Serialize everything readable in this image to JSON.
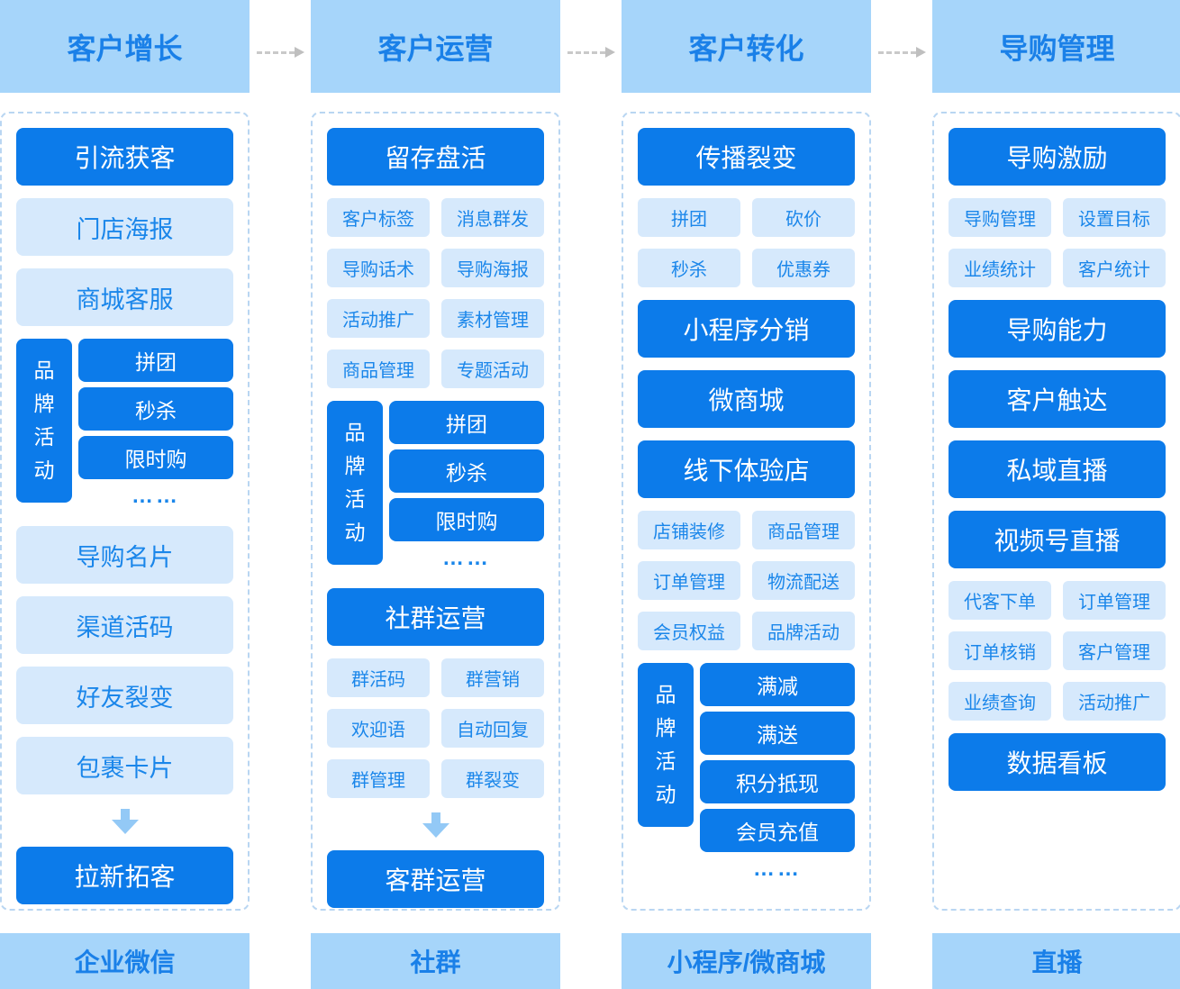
{
  "colors": {
    "primary_blue": "#0c7bea",
    "light_item_bg": "#d6e9fc",
    "header_footer_bg": "#a6d5fa",
    "blue_text": "#1a86ea",
    "dashed_border": "#b9d6f2",
    "flow_arrow_gray": "#c9c9c9",
    "down_arrow_blue": "#93c9f6"
  },
  "columns": [
    {
      "header": "客户增长",
      "footer": "企业微信",
      "blocks": [
        {
          "type": "dark",
          "label": "引流获客"
        },
        {
          "type": "light",
          "label": "门店海报"
        },
        {
          "type": "light",
          "label": "商城客服"
        },
        {
          "type": "group",
          "label": "品牌活动",
          "items": [
            "拼团",
            "秒杀",
            "限时购"
          ],
          "dots": "……"
        },
        {
          "type": "light",
          "label": "导购名片"
        },
        {
          "type": "light",
          "label": "渠道活码"
        },
        {
          "type": "light",
          "label": "好友裂变"
        },
        {
          "type": "light",
          "label": "包裹卡片"
        },
        {
          "type": "arrow"
        },
        {
          "type": "dark",
          "label": "拉新拓客"
        }
      ]
    },
    {
      "header": "客户运营",
      "footer": "社群",
      "blocks": [
        {
          "type": "dark",
          "label": "留存盘活"
        },
        {
          "type": "grid",
          "items": [
            "客户标签",
            "消息群发",
            "导购话术",
            "导购海报",
            "活动推广",
            "素材管理",
            "商品管理",
            "专题活动"
          ]
        },
        {
          "type": "group",
          "label": "品牌活动",
          "items": [
            "拼团",
            "秒杀",
            "限时购"
          ],
          "dots": "……"
        },
        {
          "type": "dark",
          "label": "社群运营"
        },
        {
          "type": "grid",
          "items": [
            "群活码",
            "群营销",
            "欢迎语",
            "自动回复",
            "群管理",
            "群裂变"
          ]
        },
        {
          "type": "arrow"
        },
        {
          "type": "dark",
          "label": "客群运营"
        }
      ]
    },
    {
      "header": "客户转化",
      "footer": "小程序/微商城",
      "blocks": [
        {
          "type": "dark",
          "label": "传播裂变"
        },
        {
          "type": "grid",
          "items": [
            "拼团",
            "砍价",
            "秒杀",
            "优惠券"
          ]
        },
        {
          "type": "dark",
          "label": "小程序分销"
        },
        {
          "type": "dark",
          "label": "微商城"
        },
        {
          "type": "dark",
          "label": "线下体验店"
        },
        {
          "type": "grid",
          "items": [
            "店铺装修",
            "商品管理",
            "订单管理",
            "物流配送",
            "会员权益",
            "品牌活动"
          ]
        },
        {
          "type": "group",
          "label": "品牌活动",
          "items": [
            "满减",
            "满送",
            "积分抵现",
            "会员充值"
          ],
          "dots": "……"
        }
      ]
    },
    {
      "header": "导购管理",
      "footer": "直播",
      "blocks": [
        {
          "type": "dark",
          "label": "导购激励"
        },
        {
          "type": "grid",
          "items": [
            "导购管理",
            "设置目标",
            "业绩统计",
            "客户统计"
          ]
        },
        {
          "type": "dark",
          "label": "导购能力"
        },
        {
          "type": "dark",
          "label": "客户触达"
        },
        {
          "type": "dark",
          "label": "私域直播"
        },
        {
          "type": "dark",
          "label": "视频号直播"
        },
        {
          "type": "grid",
          "items": [
            "代客下单",
            "订单管理",
            "订单核销",
            "客户管理",
            "业绩查询",
            "活动推广"
          ]
        },
        {
          "type": "dark",
          "label": "数据看板"
        }
      ]
    }
  ],
  "flow_arrow_count": 3
}
